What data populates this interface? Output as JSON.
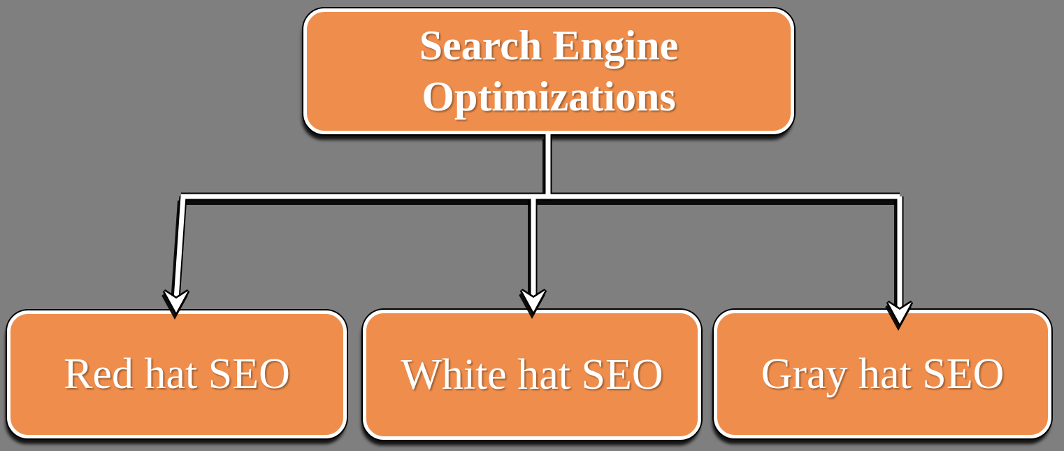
{
  "colors": {
    "background": "#7f7f7f",
    "node_fill": "#ef8e4c",
    "node_border": "#ffffff",
    "node_text": "#ffffff",
    "connector": "#ffffff",
    "connector_outline": "#000000"
  },
  "nodes": {
    "root": {
      "label": "Search Engine Optimizations"
    },
    "children": [
      {
        "label": "Red hat SEO"
      },
      {
        "label": "White hat SEO"
      },
      {
        "label": "Gray hat SEO"
      }
    ]
  }
}
